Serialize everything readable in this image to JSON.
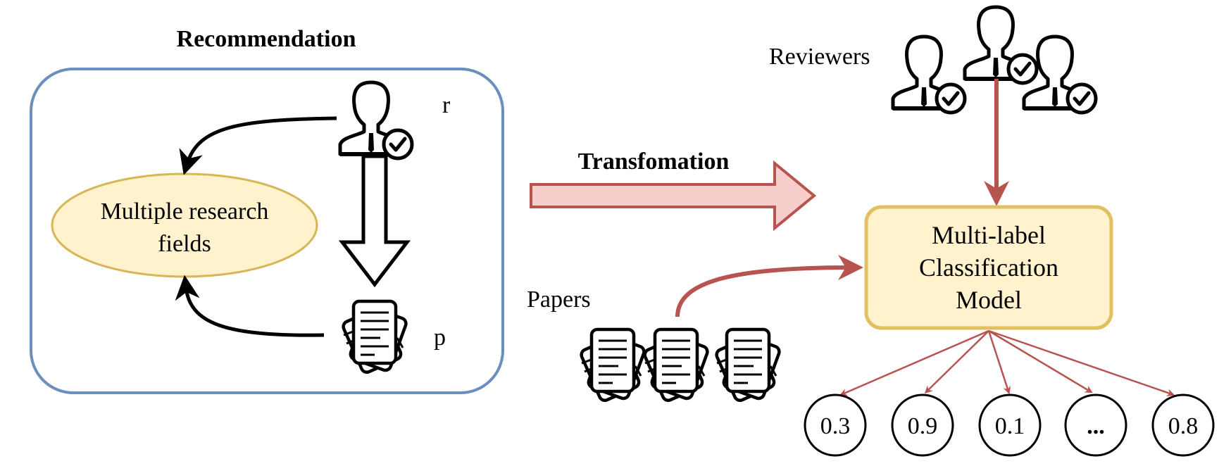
{
  "left_panel": {
    "title": "Recommendation",
    "ellipse_label_line1": "Multiple research",
    "ellipse_label_line2": "fields",
    "reviewer_label": "r",
    "paper_label": "p"
  },
  "transformation_label": "Transfomation",
  "right_panel": {
    "reviewers_label": "Reviewers",
    "papers_label": "Papers",
    "model_line1": "Multi-label",
    "model_line2": "Classification",
    "model_line3": "Model",
    "outputs": [
      "0.3",
      "0.9",
      "0.1",
      "...",
      "0.8"
    ]
  },
  "colors": {
    "panel_border": "#6c8ebf",
    "ellipse_fill": "#fff2cc",
    "ellipse_border": "#d6b656",
    "model_fill": "#fff2cc",
    "model_border": "#e0c060",
    "red_arrow": "#b85450",
    "big_arrow_fill": "#f8cecc"
  },
  "icons": [
    "reviewer-icon",
    "checkmark-badge-icon",
    "paper-stack-icon"
  ]
}
